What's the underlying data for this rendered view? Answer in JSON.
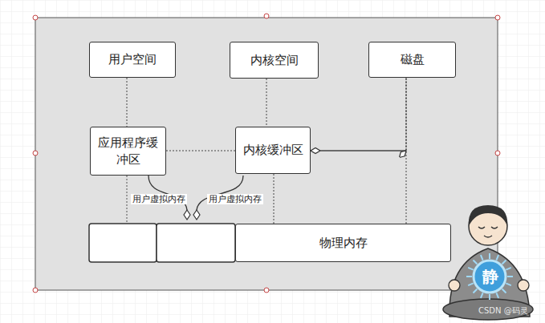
{
  "diagram": {
    "nodes": [
      {
        "text": [
          "用户空间"
        ]
      },
      {
        "text": [
          "内核空间"
        ]
      },
      {
        "text": [
          "磁盘"
        ]
      },
      {
        "text": [
          "应用程序缓冲区"
        ]
      },
      {
        "text": [
          "内核缓冲区"
        ]
      },
      {
        "text": [
          "物理内存"
        ]
      }
    ],
    "edges": [
      {
        "from": 0,
        "to": 3,
        "arrow": "none"
      },
      {
        "from": 1,
        "to": 4,
        "arrow": "none"
      },
      {
        "from": 3,
        "to": 4,
        "arrow": "none"
      },
      {
        "from": 4,
        "to": 2,
        "arrow": "both"
      },
      {
        "from": 2,
        "to": 5,
        "arrow": "none"
      },
      {
        "from": 4,
        "to": 5,
        "arrow": "none"
      }
    ],
    "labels": [
      "用户虚拟内存",
      "用户虚拟内存",
      "静",
      "CSDN @码灵"
    ]
  }
}
